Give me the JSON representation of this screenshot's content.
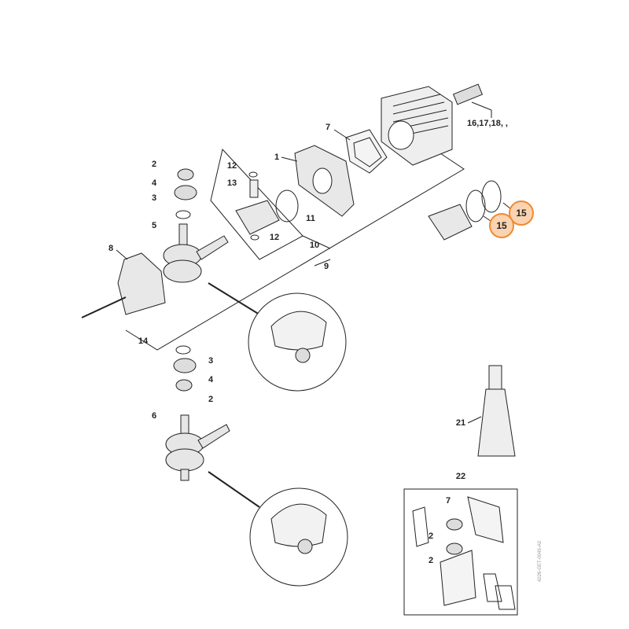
{
  "labels": {
    "spark_plug": "16,17,18, ,",
    "gasket_top": "7",
    "crankcase_half": "1",
    "seal_top": "2",
    "circlip_top": "12",
    "bearing_top": "4",
    "piston_pin": "13",
    "washer_top": "3",
    "piston_left": "11",
    "crankshaft_top": "5",
    "circlip_bottom": "12",
    "crankcase_other": "8",
    "group_10": "10",
    "group_9": "9",
    "screw": "14",
    "washer_bottom": "3",
    "bearing_bottom": "4",
    "seal_bottom": "2",
    "crankshaft_alt": "6",
    "tube": "21",
    "gasket_set": "22",
    "gasket_set_7": "7",
    "gasket_set_seal_a": "2",
    "gasket_set_seal_b": "2"
  },
  "highlighted": [
    "15",
    "15"
  ],
  "drawing_code": "4226-GET-0045-A0",
  "colors": {
    "highlight_fill": "#fbd3b1",
    "highlight_border": "#ef8a32",
    "line": "#222222"
  }
}
